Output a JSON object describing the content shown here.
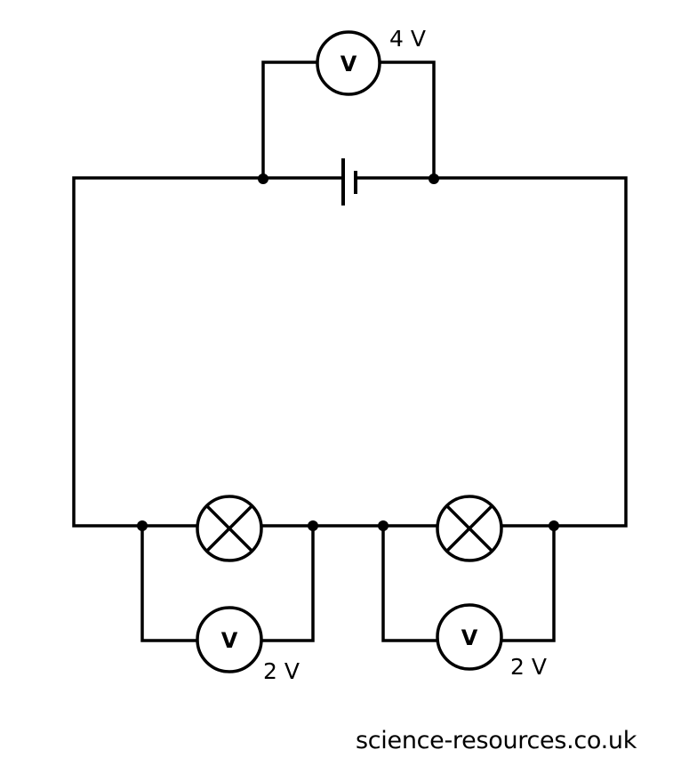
{
  "diagram": {
    "type": "series circuit with voltmeters",
    "components": {
      "cell": {
        "symbol": "cell"
      },
      "voltmeter_cell": {
        "symbol": "V",
        "reading": "4 V"
      },
      "lamp_left": {
        "symbol": "lamp"
      },
      "lamp_right": {
        "symbol": "lamp"
      },
      "voltmeter_left": {
        "symbol": "V",
        "reading": "2 V"
      },
      "voltmeter_right": {
        "symbol": "V",
        "reading": "2 V"
      }
    },
    "credit": "science-resources.co.uk"
  }
}
